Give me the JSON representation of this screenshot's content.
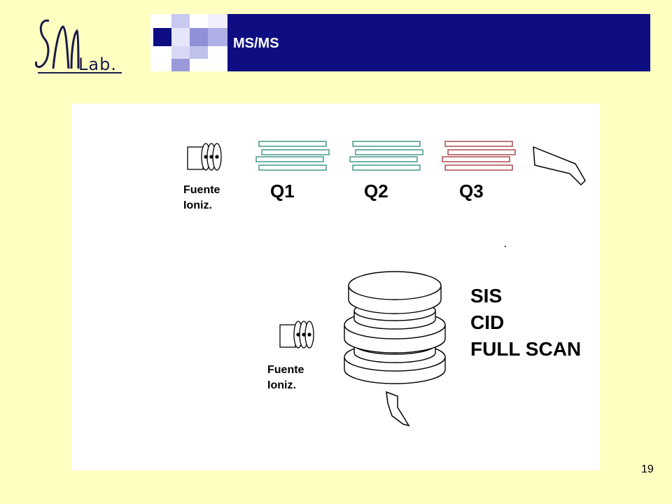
{
  "logo": {
    "text": "Lab."
  },
  "header": {
    "title": "MS/MS"
  },
  "diagram": {
    "top_source_line1": "Fuente",
    "top_source_line2": "Ioniz.",
    "quads": [
      "Q1",
      "Q2",
      "Q3"
    ],
    "quad_colors": [
      "#2a8a7a",
      "#2a8a7a",
      "#a03030"
    ],
    "bottom_source_line1": "Fuente",
    "bottom_source_line2": "Ioniz.",
    "modes": [
      "SIS",
      "CID",
      "FULL SCAN"
    ]
  },
  "footer": {
    "page_number": "19"
  }
}
